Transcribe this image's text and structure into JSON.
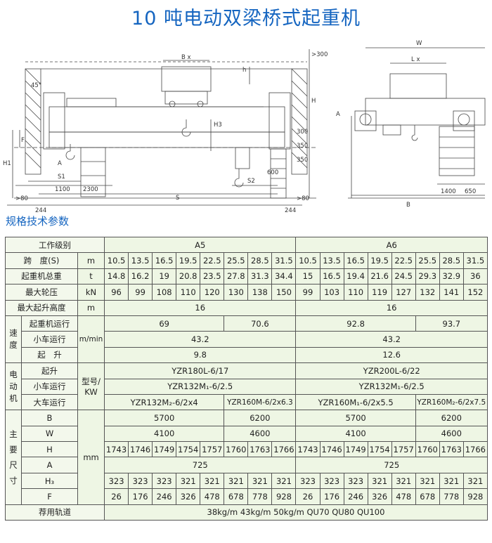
{
  "title": "10 吨电动双梁桥式起重机",
  "section_title": "规格技术参数",
  "drawing_labels": {
    "angle": "45°",
    "bx": "B x",
    "h": "h",
    "gt300": ">300",
    "H": "H",
    "F": "F",
    "H1": "H1",
    "H3": "H3",
    "A": "A",
    "S1": "S1",
    "d1100": "1100",
    "d2300": "2300",
    "d80a": ">80",
    "d244a": "244",
    "S": "S",
    "S2": "S2",
    "d600": "600",
    "d300": "300",
    "d350a": "350",
    "d350b": "350",
    "d80b": ">80",
    "d244b": "244",
    "W": "W",
    "Lx": "L x",
    "A2": "A",
    "d1400": "1400",
    "d650": "650",
    "B": "B"
  },
  "table": {
    "work_level": "工作级别",
    "a5": "A5",
    "a6": "A6",
    "span_label": "跨　度(S)",
    "span_unit": "m",
    "span_values": [
      "10.5",
      "13.5",
      "16.5",
      "19.5",
      "22.5",
      "25.5",
      "28.5",
      "31.5",
      "10.5",
      "13.5",
      "16.5",
      "19.5",
      "22.5",
      "25.5",
      "28.5",
      "31.5"
    ],
    "weight_label": "起重机总重",
    "weight_unit": "t",
    "weight_values": [
      "14.8",
      "16.2",
      "19",
      "20.8",
      "23.5",
      "27.8",
      "31.3",
      "34.4",
      "15",
      "16.5",
      "19.4",
      "21.6",
      "24.5",
      "29.3",
      "32.9",
      "36"
    ],
    "wheel_label": "最大轮压",
    "wheel_unit": "kN",
    "wheel_values": [
      "96",
      "99",
      "108",
      "110",
      "120",
      "130",
      "138",
      "150",
      "99",
      "103",
      "110",
      "119",
      "127",
      "132",
      "141",
      "152"
    ],
    "lift_label": "最大起升高度",
    "lift_unit": "m",
    "lift_a5": "16",
    "lift_a6": "16",
    "speed_label": "速度",
    "speed_unit": "m/min",
    "crane_run_label": "起重机运行",
    "crane_run": [
      "69",
      "70.6",
      "92.8",
      "93.7"
    ],
    "trolley_run_label": "小车运行",
    "trolley_run": [
      "43.2",
      "43.2"
    ],
    "hoist_label": "起　升",
    "hoist": [
      "9.8",
      "12.6"
    ],
    "motor_label": "电动机",
    "motor_unit": "型号/KW",
    "motor_hoist_label": "起升",
    "motor_hoist": [
      "YZR180L-6/17",
      "YZR200L-6/22"
    ],
    "motor_trolley_label": "小车运行",
    "motor_trolley": [
      "YZR132M₁-6/2.5",
      "YZR132M₁-6/2.5"
    ],
    "motor_crane_label": "大车运行",
    "motor_crane": [
      "YZR132M₂-6/2x4",
      "YZR160M-6/2x6.3",
      "YZR160M₁-6/2x5.5",
      "YZR160M₂-6/2x7.5"
    ],
    "dims_label": "主要尺寸",
    "dims_unit": "mm",
    "B_label": "B",
    "B_values": [
      "5700",
      "6200",
      "5700",
      "6200"
    ],
    "W_label": "W",
    "W_values": [
      "4100",
      "4600",
      "4100",
      "4600"
    ],
    "H_label": "H",
    "H_values": [
      "1743",
      "1746",
      "1749",
      "1754",
      "1757",
      "1760",
      "1763",
      "1766",
      "1743",
      "1746",
      "1749",
      "1754",
      "1757",
      "1760",
      "1763",
      "1766"
    ],
    "A_label": "A",
    "A_values": [
      "725",
      "725"
    ],
    "H3_label": "H₃",
    "H3_values": [
      "323",
      "323",
      "323",
      "321",
      "321",
      "321",
      "321",
      "321",
      "323",
      "323",
      "323",
      "321",
      "321",
      "321",
      "321",
      "321"
    ],
    "F_label": "F",
    "F_values": [
      "26",
      "176",
      "246",
      "326",
      "478",
      "678",
      "778",
      "928",
      "26",
      "176",
      "246",
      "326",
      "478",
      "678",
      "778",
      "928"
    ],
    "rail_label": "荐用轨道",
    "rail_value": "38kg/m  43kg/m  50kg/m  QU70  QU80  QU100"
  }
}
